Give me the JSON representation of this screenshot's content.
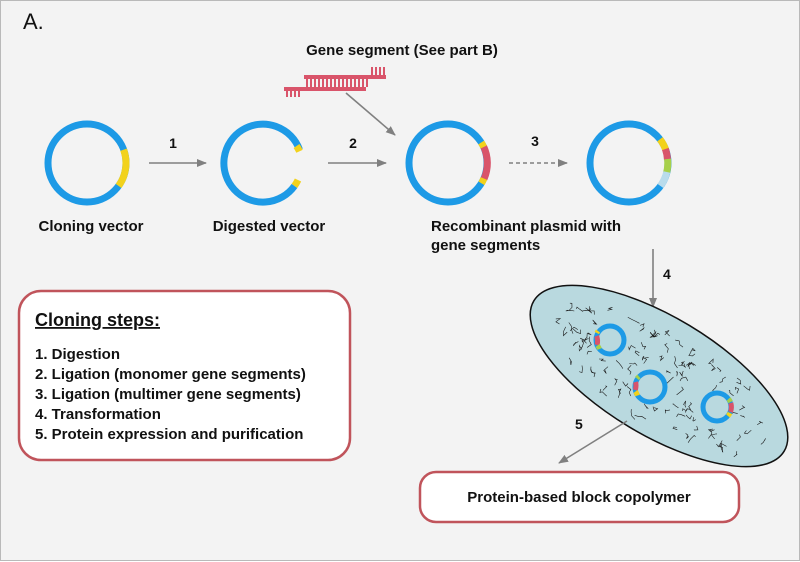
{
  "panel_label": "A.",
  "gene_segment_label": "Gene segment (See part B)",
  "steps": {
    "s1": "1",
    "s2": "2",
    "s3": "3",
    "s4": "4",
    "s5": "5"
  },
  "plasmids": {
    "cloning_vector": "Cloning vector",
    "digested_vector": "Digested  vector",
    "recombinant_line1": "Recombinant plasmid with",
    "recombinant_line2": "gene segments"
  },
  "cloning_box": {
    "title": "Cloning steps:",
    "items": [
      "1. Digestion",
      "2. Ligation (monomer gene segments)",
      "3. Ligation (multimer  gene segments)",
      "4. Transformation",
      "5. Protein expression and purification"
    ]
  },
  "product_label": "Protein-based block copolymer",
  "colors": {
    "plasmid_blue": "#1d9ae6",
    "insert_yellow": "#f2d21c",
    "gene_red": "#d9546a",
    "gene_green": "#a7d04a",
    "gene_lightblue": "#b9dcec",
    "box_border": "#c0545b",
    "cell_fill": "#b9d9df",
    "arrow_gray": "#808080"
  }
}
